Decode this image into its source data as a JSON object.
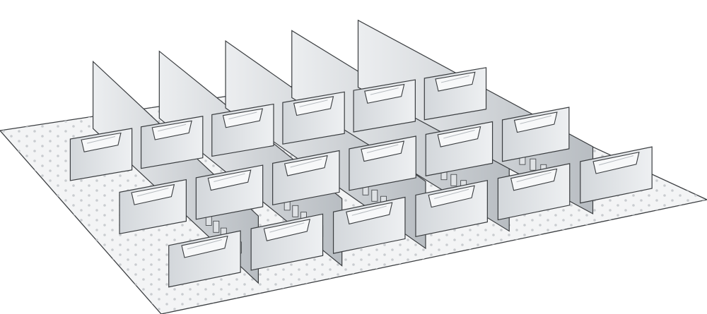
{
  "illustration": {
    "subject": "drawer-divider-set",
    "rows": 3,
    "columns": 6,
    "colors": {
      "background": "#ffffff",
      "mat": "#f3f4f5",
      "mat_dots": "#c9ccd0",
      "panel_light": "#dfe2e5",
      "panel_mid": "#c9cdd1",
      "panel_dark": "#a9aeb3",
      "edge": "#3a3d40",
      "label_window": "#f7f8f9"
    }
  }
}
